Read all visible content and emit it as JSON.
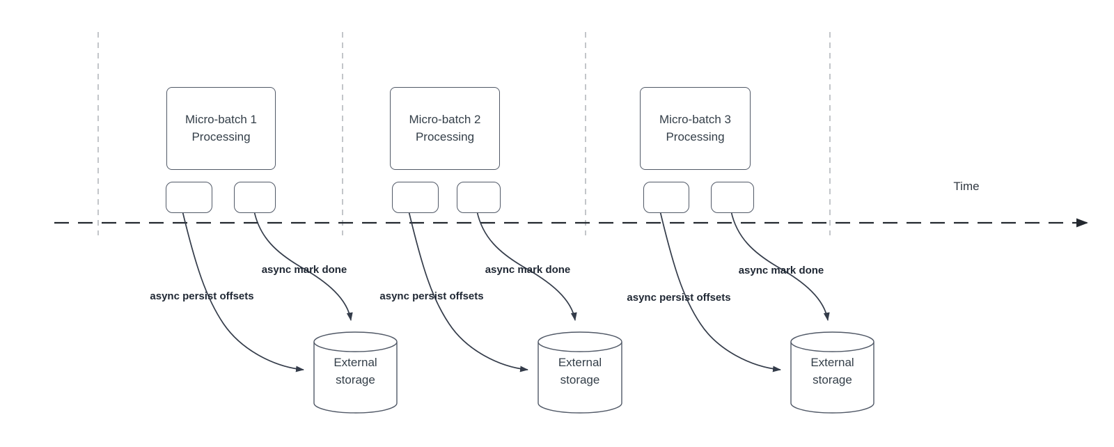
{
  "colors": {
    "background": "#ffffff",
    "shape_border": "#505866",
    "connector_line": "#343c4a",
    "timeline_line": "#23282f",
    "guide_line": "#b4b7bc",
    "shape_text": "#333e48",
    "connector_label_text": "#1f2733"
  },
  "timeline": {
    "label": "Time"
  },
  "groups": [
    {
      "process_box": "Micro-batch 1\nProcessing",
      "persist_label": "async persist offsets",
      "done_label": "async mark done",
      "storage_label": "External\nstorage"
    },
    {
      "process_box": "Micro-batch 2\nProcessing",
      "persist_label": "async persist offsets",
      "done_label": "async mark done",
      "storage_label": "External\nstorage"
    },
    {
      "process_box": "Micro-batch 3\nProcessing",
      "persist_label": "async persist offsets",
      "done_label": "async mark done",
      "storage_label": "External\nstorage"
    }
  ]
}
